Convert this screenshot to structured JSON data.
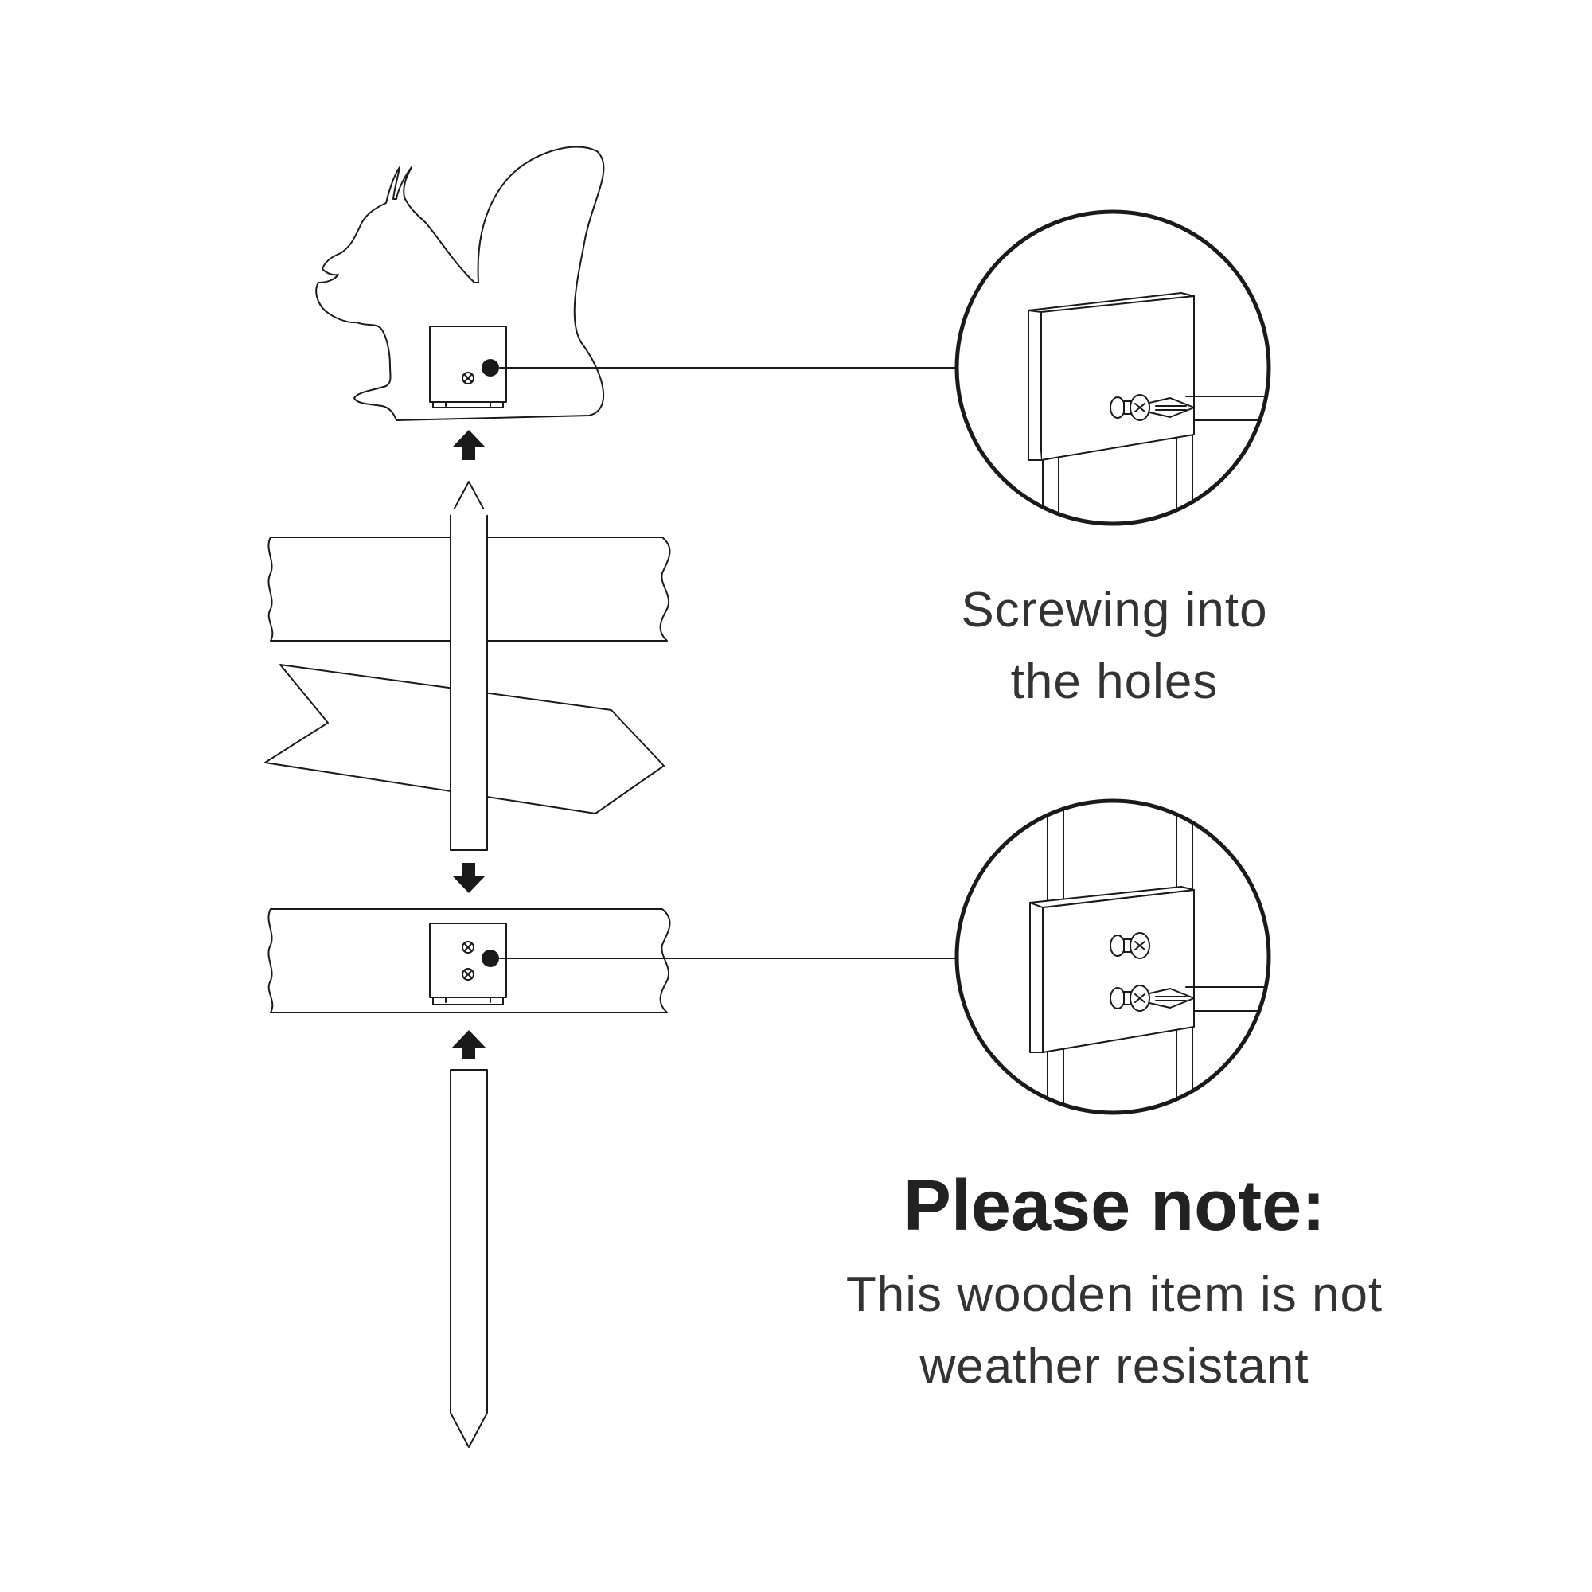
{
  "detail_caption": {
    "line1": "Screwing into",
    "line2": "the holes"
  },
  "note": {
    "title": "Please note:",
    "body_line1": "This wooden item is not",
    "body_line2": "weather resistant"
  },
  "colors": {
    "stroke": "#1a1a1a",
    "text": "#333333",
    "background": "#ffffff"
  },
  "icons": [
    "arrow-up-icon",
    "arrow-down-icon",
    "screw-icon",
    "squirrel-silhouette"
  ]
}
